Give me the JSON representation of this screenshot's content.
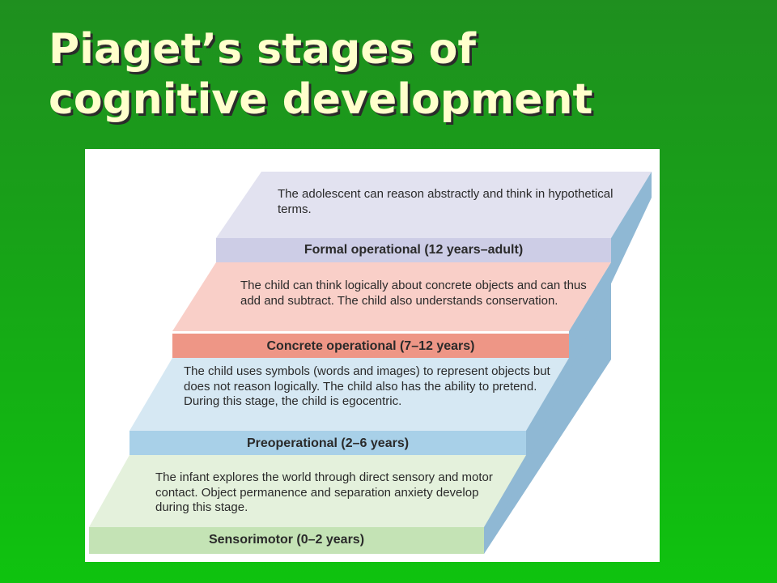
{
  "title": {
    "line1": "Piaget’s stages of",
    "line2": "cognitive development"
  },
  "stages": [
    {
      "label": "Formal operational (12 years–adult)",
      "description": "The adolescent can reason abstractly and think in hypothetical terms."
    },
    {
      "label": "Concrete operational (7–12 years)",
      "description": "The child can think logically about concrete objects and can thus add and subtract. The child also understands conservation."
    },
    {
      "label": "Preoperational (2–6 years)",
      "description": "The child uses symbols (words and images) to represent objects but does not reason logically. The child also has the ability to pretend. During this stage, the child is egocentric."
    },
    {
      "label": "Sensorimotor (0–2 years)",
      "description": "The infant explores the world through direct sensory and motor contact. Object permanence and separation anxiety develop during this stage."
    }
  ],
  "colors": {
    "background_top": "#1f8f1f",
    "background_bottom": "#0fc30f",
    "title_text": "#ffffcc",
    "stair_side": "#8fb8d4",
    "formal_top": "#e2e2f0",
    "formal_front": "#cdcde6",
    "concrete_top": "#f9cfc8",
    "concrete_front": "#ee9686",
    "preoperational_top": "#d6e8f3",
    "preoperational_front": "#a8d0e8",
    "sensorimotor_top": "#e4f1dc",
    "sensorimotor_front": "#c4e3b5"
  }
}
